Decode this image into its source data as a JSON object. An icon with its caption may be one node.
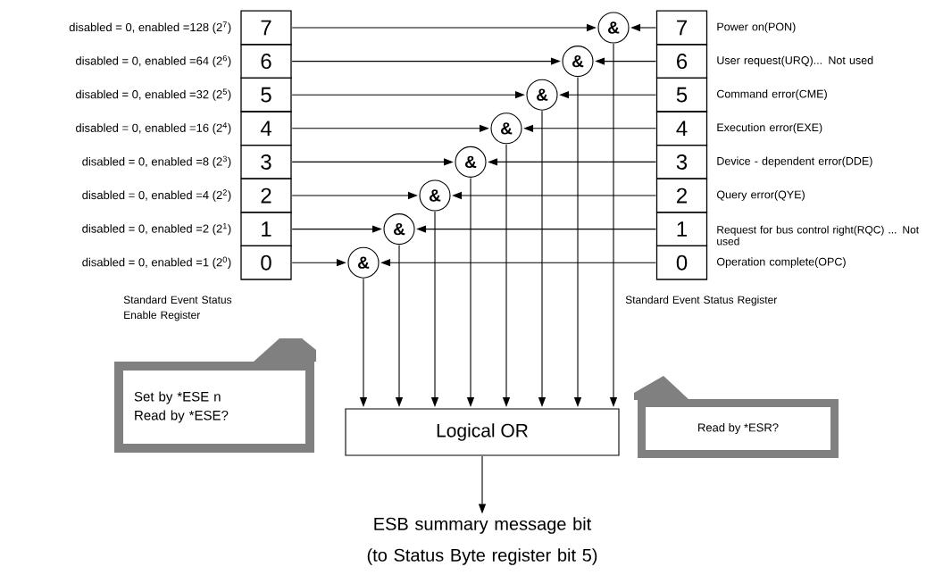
{
  "diagram": {
    "nodes": [
      {
        "text": [
          "7"
        ],
        "beside": [
          "disabled = 0, enabled =128 (2$^{7}$)"
        ]
      },
      {
        "text": [
          "6"
        ],
        "beside": [
          "disabled = 0, enabled =64 (2$^{6}$)"
        ]
      },
      {
        "text": [
          "5"
        ],
        "beside": [
          "disabled = 0, enabled =32 (2$^{5}$)"
        ]
      },
      {
        "text": [
          "4"
        ],
        "beside": [
          "disabled = 0, enabled =16 (2$^{4}$)"
        ]
      },
      {
        "text": [
          "3"
        ],
        "beside": [
          "disabled = 0, enabled =8 (2$^{3}$)"
        ]
      },
      {
        "text": [
          "2"
        ],
        "beside": [
          "disabled = 0, enabled =4 (2$^{2}$)"
        ]
      },
      {
        "text": [
          "1"
        ],
        "beside": [
          "disabled = 0, enabled =2 (2$^{1}$)"
        ]
      },
      {
        "text": [
          "0"
        ],
        "beside": [
          "disabled = 0, enabled =1 (2$^{0}$)"
        ]
      },
      {
        "text": [
          "7"
        ],
        "beside": [
          "Power on(PON)"
        ]
      },
      {
        "text": [
          "6"
        ],
        "beside": [
          "User request(URQ)... Not used"
        ]
      },
      {
        "text": [
          "5"
        ],
        "beside": [
          "Command error(CME)"
        ]
      },
      {
        "text": [
          "4"
        ],
        "beside": [
          "Execution error(EXE)"
        ]
      },
      {
        "text": [
          "3"
        ],
        "beside": [
          "Device - dependent error(DDE)"
        ]
      },
      {
        "text": [
          "2"
        ],
        "beside": [
          "Query error(QYE)"
        ]
      },
      {
        "text": [
          "1"
        ],
        "beside": [
          "Request for bus control right(RQC) ... Not used"
        ]
      },
      {
        "text": [
          "0"
        ],
        "beside": [
          "Operation complete(OPC)"
        ]
      },
      {
        "text": [
          "&"
        ]
      },
      {
        "text": [
          "&"
        ]
      },
      {
        "text": [
          "&"
        ]
      },
      {
        "text": [
          "&"
        ]
      },
      {
        "text": [
          "&"
        ]
      },
      {
        "text": [
          "&"
        ]
      },
      {
        "text": [
          "&"
        ]
      },
      {
        "text": [
          "&"
        ]
      },
      {
        "text": [
          "Logical OR"
        ]
      },
      {
        "text": [
          "ESB summary message bit (to Status Byte register bit 5)"
        ]
      },
      {
        "text": [
          "Set by *ESE n",
          "Read by *ESE?"
        ]
      },
      {
        "text": [
          "Read by *ESR?"
        ]
      }
    ],
    "edges": [
      {
        "from": 0,
        "to": 16,
        "arrow": "to"
      },
      {
        "from": 1,
        "to": 17,
        "arrow": "to"
      },
      {
        "from": 2,
        "to": 18,
        "arrow": "to"
      },
      {
        "from": 3,
        "to": 19,
        "arrow": "to"
      },
      {
        "from": 4,
        "to": 20,
        "arrow": "to"
      },
      {
        "from": 5,
        "to": 21,
        "arrow": "to"
      },
      {
        "from": 6,
        "to": 22,
        "arrow": "to"
      },
      {
        "from": 7,
        "to": 23,
        "arrow": "to"
      },
      {
        "from": 8,
        "to": 16,
        "arrow": "to"
      },
      {
        "from": 9,
        "to": 17,
        "arrow": "to"
      },
      {
        "from": 10,
        "to": 18,
        "arrow": "to"
      },
      {
        "from": 11,
        "to": 19,
        "arrow": "to"
      },
      {
        "from": 12,
        "to": 20,
        "arrow": "to"
      },
      {
        "from": 13,
        "to": 21,
        "arrow": "to"
      },
      {
        "from": 14,
        "to": 22,
        "arrow": "to"
      },
      {
        "from": 15,
        "to": 23,
        "arrow": "to"
      },
      {
        "from": 16,
        "to": 24,
        "arrow": "to"
      },
      {
        "from": 17,
        "to": 24,
        "arrow": "to"
      },
      {
        "from": 18,
        "to": 24,
        "arrow": "to"
      },
      {
        "from": 19,
        "to": 24,
        "arrow": "to"
      },
      {
        "from": 20,
        "to": 24,
        "arrow": "to"
      },
      {
        "from": 21,
        "to": 24,
        "arrow": "to"
      },
      {
        "from": 22,
        "to": 24,
        "arrow": "to"
      },
      {
        "from": 23,
        "to": 24,
        "arrow": "to"
      },
      {
        "from": 24,
        "to": 25,
        "arrow": "to"
      }
    ],
    "labels": [
      "Standard Event Status Enable Register",
      "Standard Event Status Register"
    ]
  }
}
